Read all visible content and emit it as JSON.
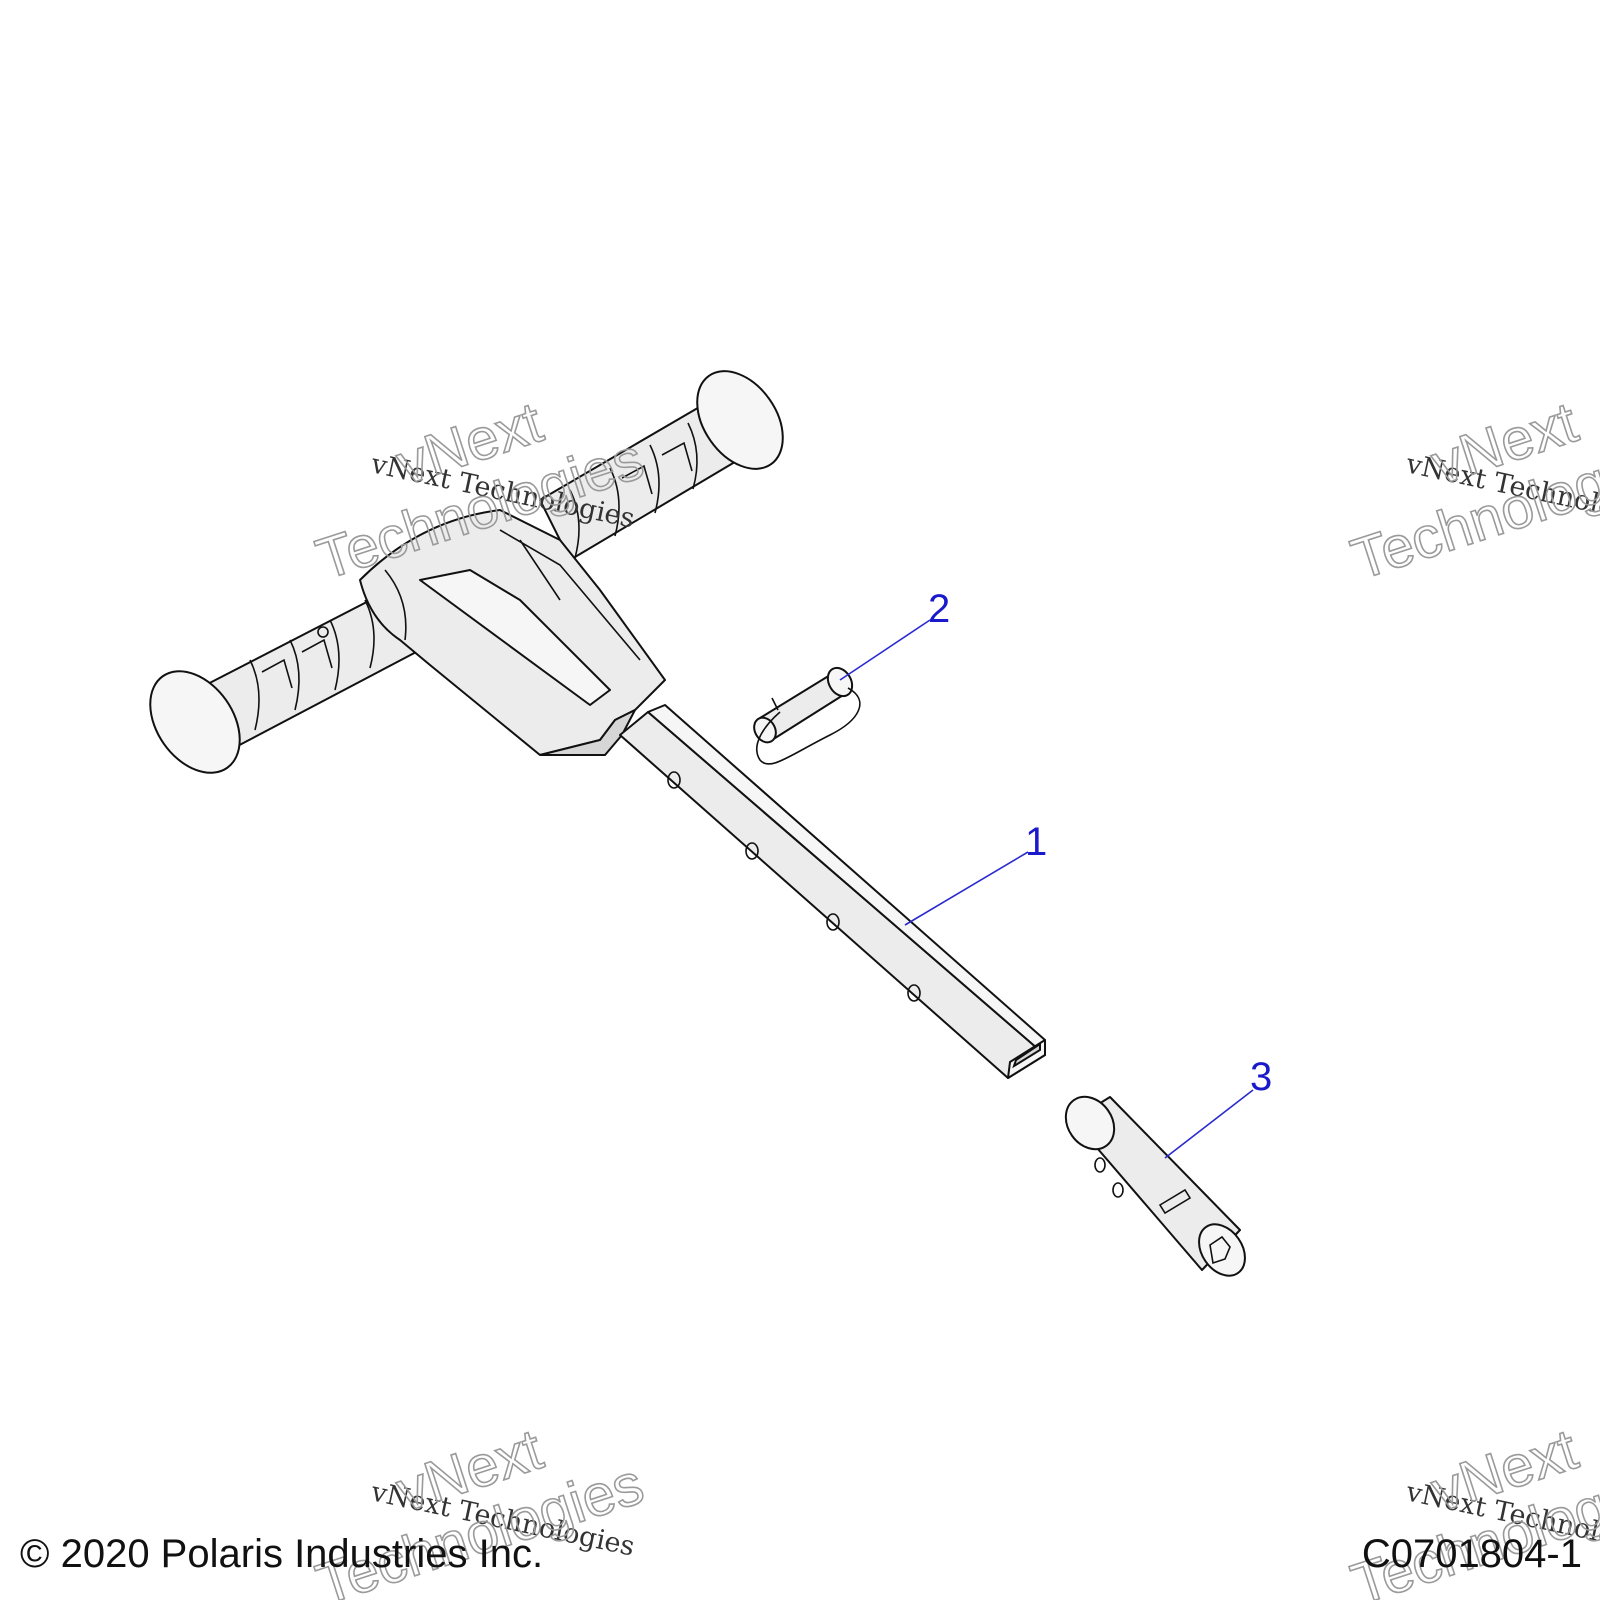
{
  "diagram": {
    "callouts": [
      {
        "id": "1",
        "label": "1"
      },
      {
        "id": "2",
        "label": "2"
      },
      {
        "id": "3",
        "label": "3"
      }
    ]
  },
  "watermark": {
    "small": "vNext Technologies",
    "big_line1": "vNext",
    "big_line2": "Technologies"
  },
  "footer": {
    "copyright": "© 2020 Polaris Industries Inc.",
    "figure_code": "C0701804-1"
  },
  "colors": {
    "callout": "#1a1acc",
    "line_art": "#111111",
    "watermark": "#9a9a9a"
  }
}
